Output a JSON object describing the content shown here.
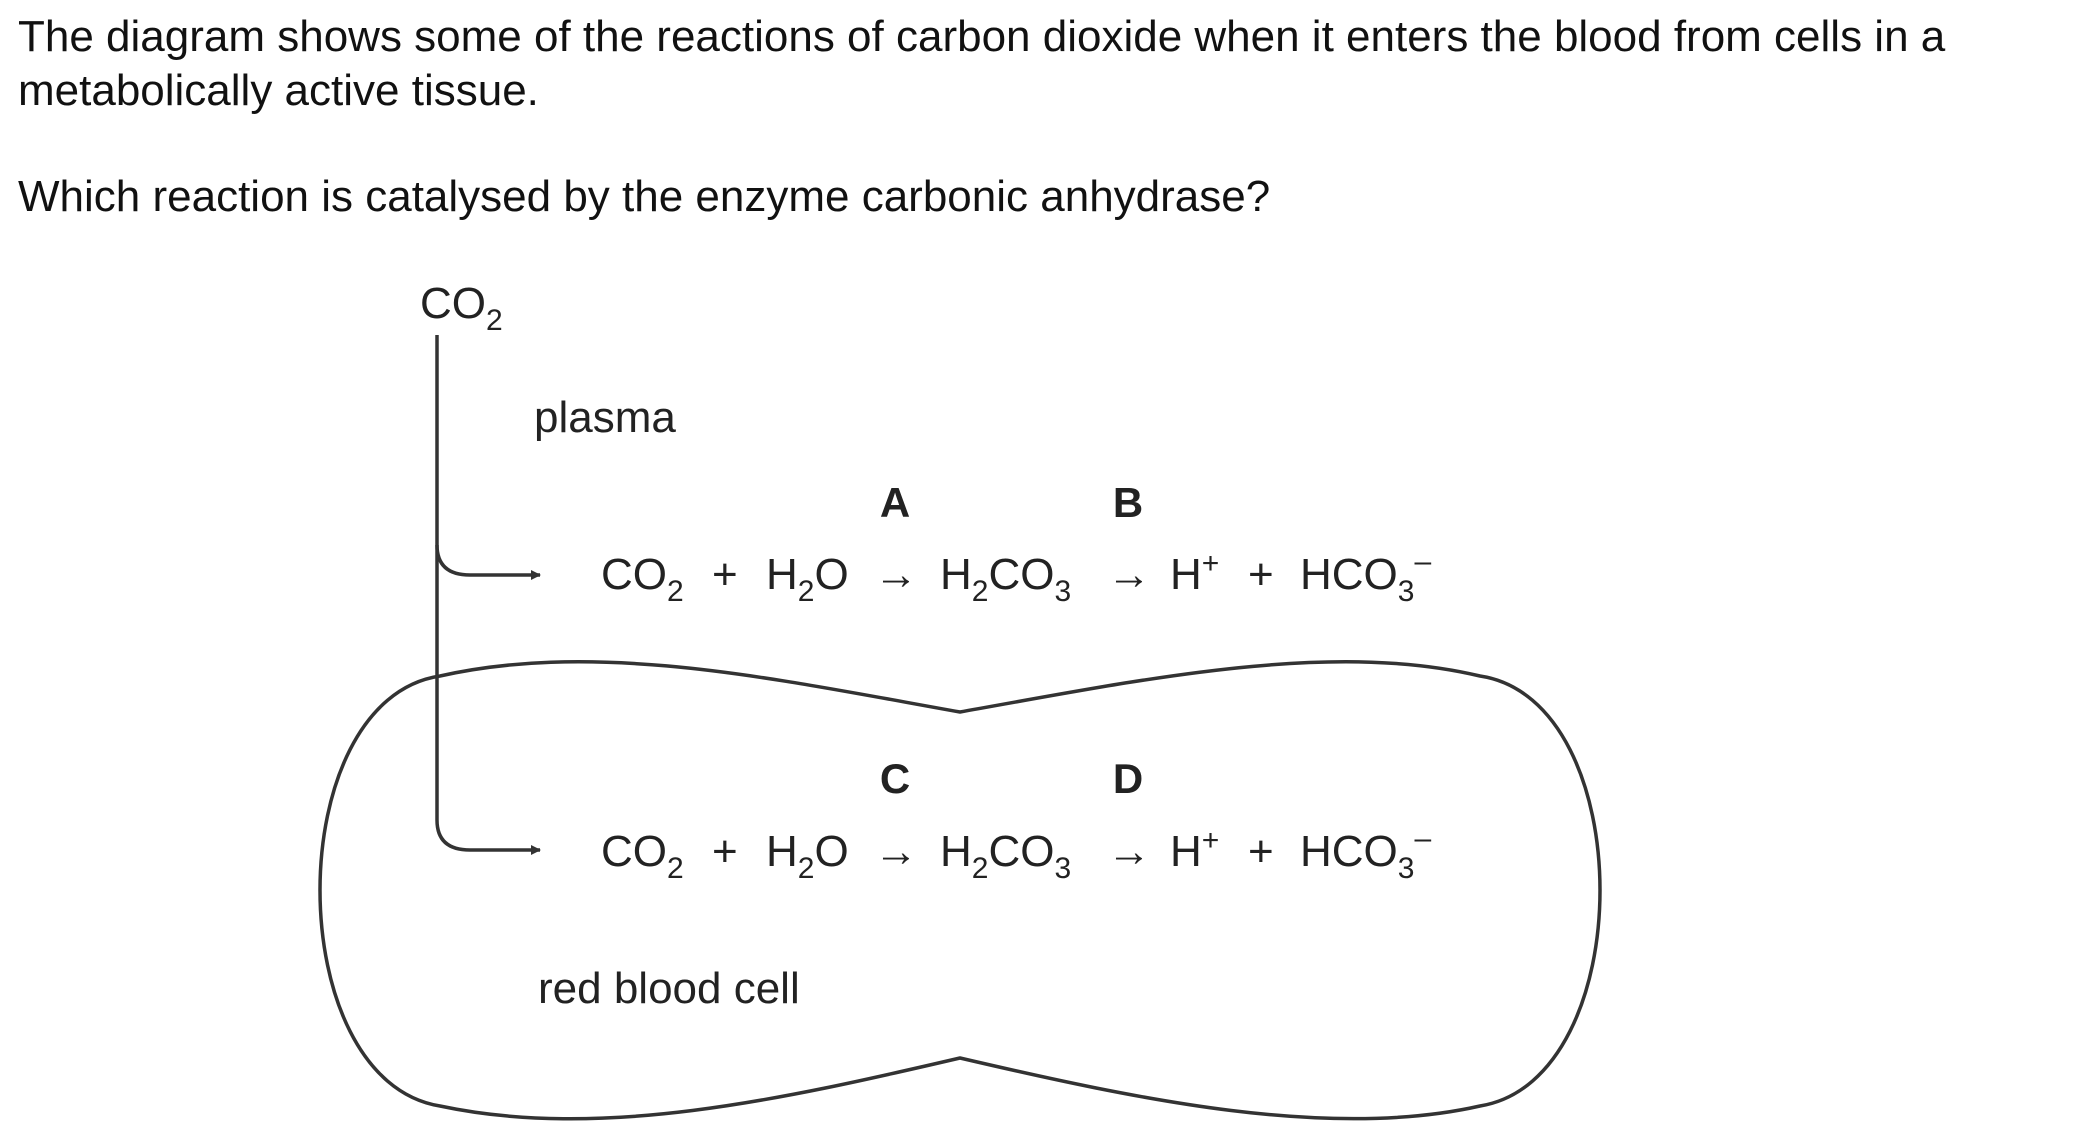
{
  "question": {
    "intro": "The diagram shows some of the reactions of carbon dioxide when it enters the blood from cells in a metabolically active tissue.",
    "prompt": "Which reaction is catalysed by the enzyme carbonic anhydrase?"
  },
  "diagram": {
    "source_label": {
      "main": "CO",
      "sub": "2"
    },
    "plasma_label": "plasma",
    "cell_label": "red blood cell",
    "reactions": [
      {
        "id": "plasma",
        "letter_first": "A",
        "letter_second": "B"
      },
      {
        "id": "cell",
        "letter_first": "C",
        "letter_second": "D"
      }
    ],
    "equation": {
      "co2": "CO",
      "co2_sub": "2",
      "plus1": "+",
      "h2o_h": "H",
      "h2o_sub": "2",
      "h2o_o": "O",
      "arrow1": "→",
      "h2co3_h": "H",
      "h2co3_sub1": "2",
      "h2co3_co": "CO",
      "h2co3_sub2": "3",
      "arrow2": "→",
      "hplus": "H",
      "hplus_sup": "+",
      "plus2": "+",
      "hco3": "HCO",
      "hco3_sub": "3",
      "hco3_sup": "–"
    }
  }
}
